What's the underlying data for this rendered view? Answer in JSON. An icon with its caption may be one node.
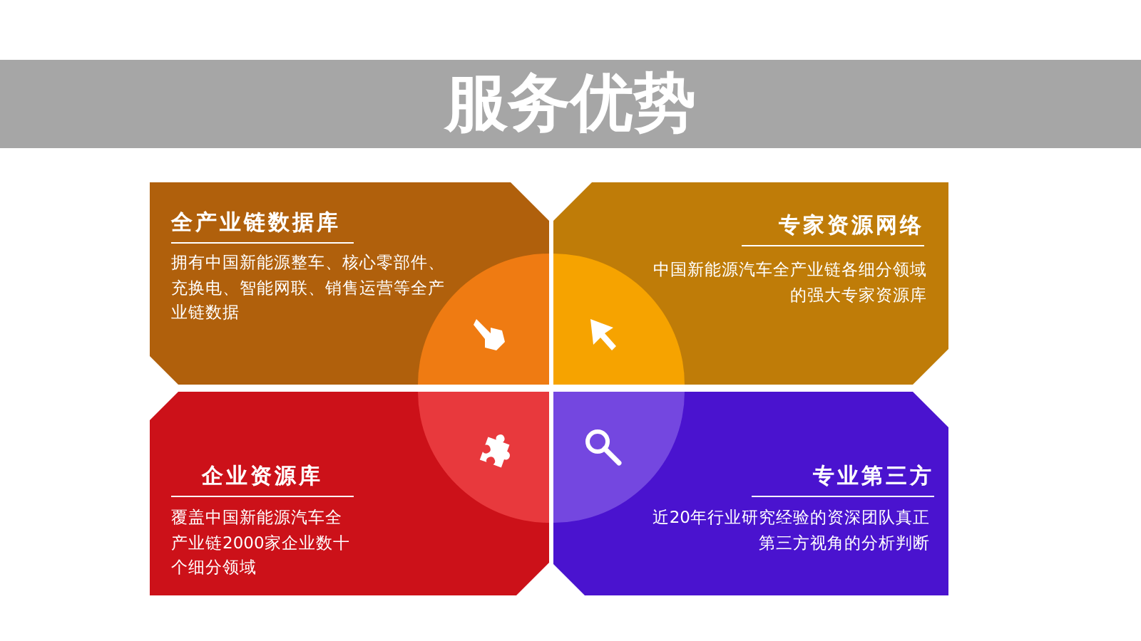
{
  "diagram": {
    "title": "服务优势",
    "nodes": [
      {
        "text": [
          "全产业链数据库",
          "拥有中国新能源整车、核心零部件、充换电、智能网联、销售运营等全产业链数据"
        ]
      },
      {
        "text": [
          "专家资源网络",
          "中国新能源汽车全产业链各细分领域的强大专家资源库"
        ]
      },
      {
        "text": [
          "企业资源库",
          "覆盖中国新能源汽车全产业链2000家企业数十个细分领域"
        ]
      },
      {
        "text": [
          "专业第三方",
          "近20年行业研究经验的资深团队真正第三方视角的分析判断"
        ]
      }
    ]
  }
}
